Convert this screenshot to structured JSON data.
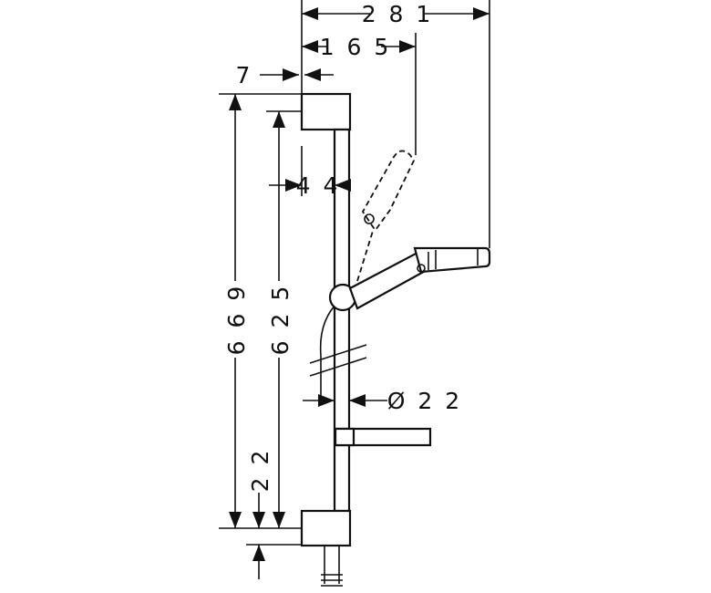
{
  "drawing": {
    "dimensions": {
      "overall_reach": "2 8 1",
      "handshower_offset": "1 6 5",
      "wall_clearance": "7",
      "hose_offset": "4 4",
      "total_height": "6 6 9",
      "bar_height": "6 2 5",
      "bracket_height": "2 2",
      "bar_diameter": "Ø 2 2"
    }
  }
}
